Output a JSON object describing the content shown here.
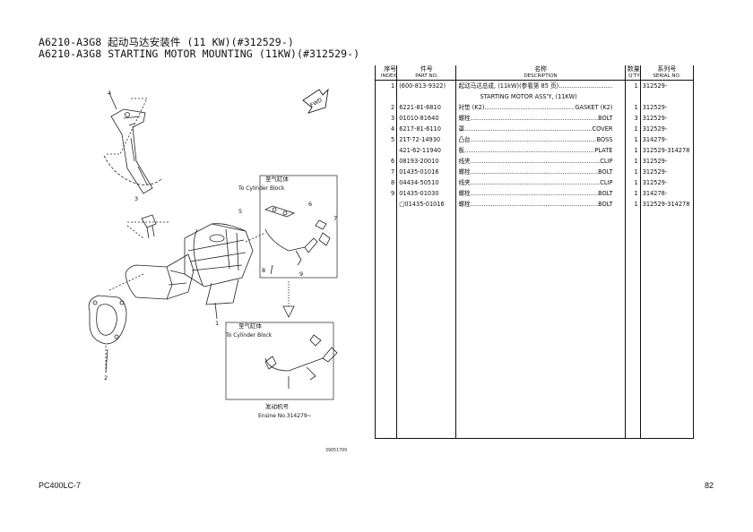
{
  "header": {
    "title_zh": "A6210-A3G8 起动马达安装件 (11 KW)(#312529-)",
    "title_en": "A6210-A3G8 STARTING MOTOR MOUNTING (11KW)(#312529-)"
  },
  "diagram": {
    "callouts": [
      "1",
      "2",
      "3",
      "4",
      "5",
      "6",
      "7",
      "8",
      "9"
    ],
    "box1_zh": "至气缸体",
    "box1_en": "To Cylinder Block",
    "box2_zh": "至气缸体",
    "box2_en": "To Cylinder Block",
    "engine_zh": "发动机号",
    "engine_en": "Ensine No.314279~",
    "fwd": "FWD",
    "figure_code": "39051709"
  },
  "table": {
    "headers": {
      "index_zh": "序号",
      "index_en": "INDEX",
      "part_zh": "件号",
      "part_en": "PART NO.",
      "desc_zh": "名称",
      "desc_en": "DESCRIPTION",
      "qty_zh": "数量",
      "qty_en": "Q'TY",
      "serial_zh": "系列号",
      "serial_en": "SERIAL NO."
    },
    "rows": [
      {
        "index": "1",
        "part": "(600-813-9322)",
        "name": "起动马达总成, (11kW)(参看第 85 页)",
        "spec": "",
        "qty": "1",
        "serial": "312529-",
        "sub": "STARTING MOTOR ASS'Y, (11KW)"
      },
      {
        "index": "2",
        "part": "6221-81-6810",
        "name": "衬垫 (K2)",
        "spec": "GASKET (K2)",
        "qty": "1",
        "serial": "312529-"
      },
      {
        "index": "3",
        "part": "01010-81640",
        "name": "螺栓",
        "spec": "BOLT",
        "qty": "3",
        "serial": "312529-"
      },
      {
        "index": "4",
        "part": "6217-81-6110",
        "name": "罩",
        "spec": "COVER",
        "qty": "1",
        "serial": "312529-"
      },
      {
        "index": "5",
        "part": "21T-72-14930",
        "name": "凸台",
        "spec": "BOSS",
        "qty": "1",
        "serial": "314279-"
      },
      {
        "index": "",
        "part": "421-62-11940",
        "name": "板",
        "spec": "PLATE",
        "qty": "1",
        "serial": "312529-314278"
      },
      {
        "index": "6",
        "part": "08193-20010",
        "name": "线夹",
        "spec": "CLIP",
        "qty": "1",
        "serial": "312529-"
      },
      {
        "index": "7",
        "part": "01435-01016",
        "name": "螺栓",
        "spec": "BOLT",
        "qty": "1",
        "serial": "312529-"
      },
      {
        "index": "8",
        "part": "04434-50510",
        "name": "线夹",
        "spec": "CLIP",
        "qty": "1",
        "serial": "312529-"
      },
      {
        "index": "9",
        "part": "01435-01030",
        "name": "螺栓",
        "spec": "BOLT",
        "qty": "1",
        "serial": "314278-"
      },
      {
        "index": "",
        "part": "□01435-01016",
        "name": "螺栓",
        "spec": "BOLT",
        "qty": "1",
        "serial": "312529-314278"
      }
    ]
  },
  "footer": {
    "model": "PC400LC-7",
    "page": "82"
  }
}
